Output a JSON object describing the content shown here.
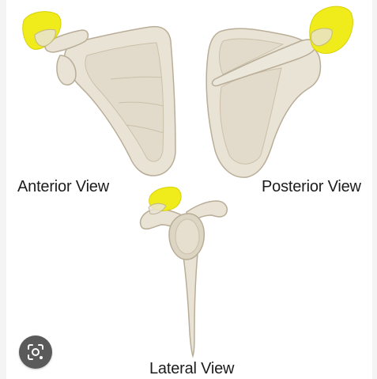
{
  "labels": {
    "anterior": "Anterior View",
    "posterior": "Posterior View",
    "lateral": "Lateral View"
  },
  "lens_button": {
    "icon": "image-search-icon"
  },
  "colors": {
    "bone_fill": "#e9e3d6",
    "bone_stroke": "#b9ad97",
    "bone_shade": "#d8cfbd",
    "highlight": "#f0ec1c",
    "text": "#1c1c1c"
  }
}
